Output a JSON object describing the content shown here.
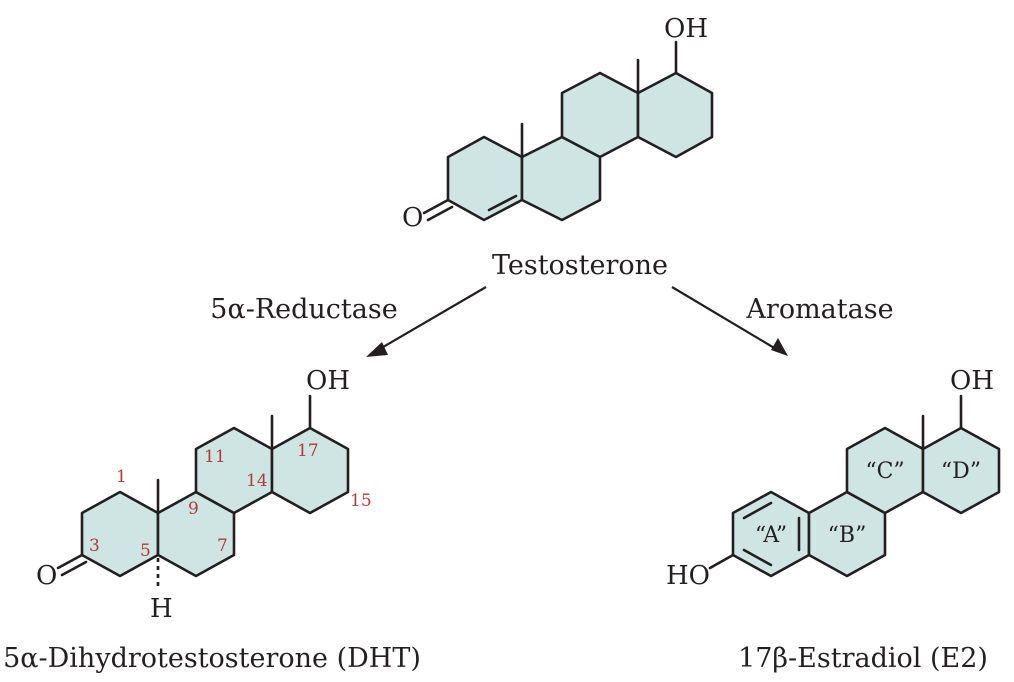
{
  "molecules": {
    "testosterone": {
      "name": "Testosterone",
      "oh": "OH",
      "ketone_o": "O"
    },
    "dht": {
      "name": "5α-Dihydrotestosterone (DHT)",
      "oh": "OH",
      "ketone_o": "O",
      "h": "H",
      "positions": [
        "1",
        "3",
        "5",
        "7",
        "9",
        "11",
        "14",
        "17",
        "15"
      ]
    },
    "estradiol": {
      "name": "17β-Estradiol (E2)",
      "oh": "OH",
      "ho": "HO",
      "rings": [
        "“A”",
        "“B”",
        "“C”",
        "“D”"
      ]
    }
  },
  "enzymes": {
    "left": "5α-Reductase",
    "right": "Aromatase"
  },
  "colors": {
    "ring_fill": "#cfe5e3",
    "stroke": "#231f20",
    "position_numbers": "#b23a3a"
  }
}
